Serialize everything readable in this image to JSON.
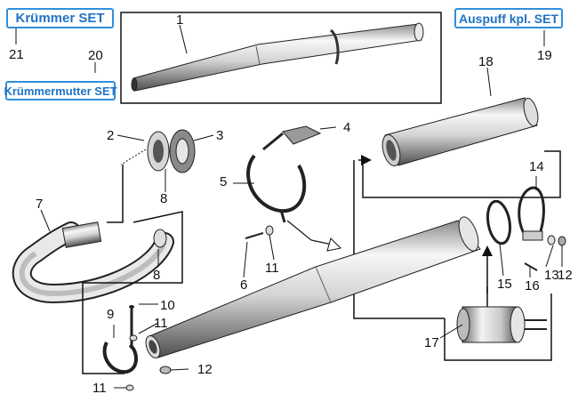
{
  "diagram": {
    "set_labels": {
      "kruemmer_set": "Krümmer SET",
      "kruemmer_set_num": "21",
      "kruemmermutter_set": "Krümmermutter SET",
      "kruemmermutter_set_num": "20",
      "auspuff_set": "Auspuff kpl. SET",
      "auspuff_set_num": "19"
    },
    "parts": [
      {
        "num": "1",
        "part": "muffler-body-assembled"
      },
      {
        "num": "2",
        "part": "flange-gasket"
      },
      {
        "num": "3",
        "part": "exhaust-nut"
      },
      {
        "num": "4",
        "part": "clamp-bracket"
      },
      {
        "num": "5",
        "part": "clamp-band"
      },
      {
        "num": "6",
        "part": "screw"
      },
      {
        "num": "7",
        "part": "exhaust-manifold-pipe"
      },
      {
        "num": "8",
        "part": "manifold-sleeve"
      },
      {
        "num": "9",
        "part": "mounting-clamp"
      },
      {
        "num": "10",
        "part": "bolt"
      },
      {
        "num": "11",
        "part": "washer"
      },
      {
        "num": "12",
        "part": "nut"
      },
      {
        "num": "13",
        "part": "spring-washer"
      },
      {
        "num": "14",
        "part": "end-clamp"
      },
      {
        "num": "15",
        "part": "sealing-ring"
      },
      {
        "num": "16",
        "part": "screw"
      },
      {
        "num": "17",
        "part": "silencer-insert"
      },
      {
        "num": "18",
        "part": "end-tube"
      }
    ],
    "labels": {
      "n1": "1",
      "n2": "2",
      "n3": "3",
      "n4": "4",
      "n5": "5",
      "n6": "6",
      "n7": "7",
      "n8a": "8",
      "n8b": "8",
      "n9": "9",
      "n10": "10",
      "n11a": "11",
      "n11b": "11",
      "n11c": "11",
      "n12a": "12",
      "n12b": "12",
      "n13": "13",
      "n14": "14",
      "n15": "15",
      "n16": "16",
      "n17": "17",
      "n18": "18"
    }
  },
  "colors": {
    "set_border": "#2f8fdd",
    "set_text": "#1f73c4",
    "line": "#111111",
    "metal_light": "#f2f2f2",
    "metal_mid": "#bdbdbd",
    "metal_dark": "#5a5a5a"
  }
}
